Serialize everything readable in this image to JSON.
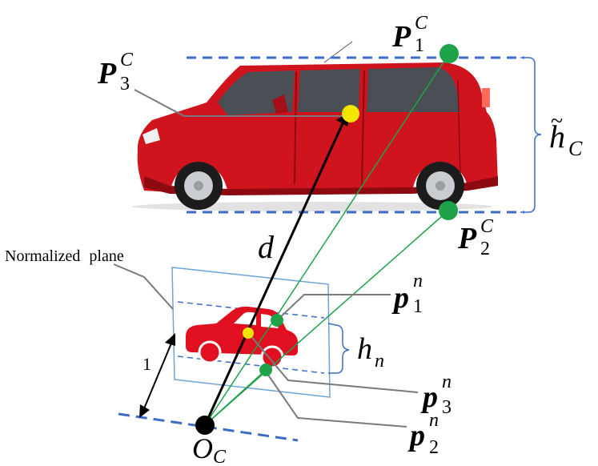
{
  "labels": {
    "P3C": {
      "base": "P",
      "sup": "C",
      "sub": "3"
    },
    "P1C": {
      "base": "P",
      "sup": "C",
      "sub": "1"
    },
    "P2C": {
      "base": "P",
      "sup": "C",
      "sub": "2"
    },
    "hC": {
      "base": "h",
      "sub": "C",
      "accent": "~"
    },
    "d": "d",
    "normalized_plane": "Normalized plane",
    "p1n": {
      "base": "p",
      "sup": "n",
      "sub": "1"
    },
    "p2n": {
      "base": "p",
      "sup": "n",
      "sub": "2"
    },
    "p3n": {
      "base": "p",
      "sup": "n",
      "sub": "3"
    },
    "hn": {
      "base": "h",
      "sub": "n"
    },
    "one": "1",
    "OC": {
      "base": "O",
      "sub": "C"
    }
  },
  "colors": {
    "car_body": "#d0141e",
    "car_shadow": "#8c0a10",
    "window": "#4a4f55",
    "tire": "#1c1c1c",
    "rim": "#c9ccd0",
    "dashed_line": "#3d6cc4",
    "plane_border": "#6fa3d8",
    "green_point": "#1fa24a",
    "yellow_point": "#f2e600",
    "green_ray": "#1fa24a",
    "leader": "#7a7a7a",
    "camera": "#000000"
  }
}
